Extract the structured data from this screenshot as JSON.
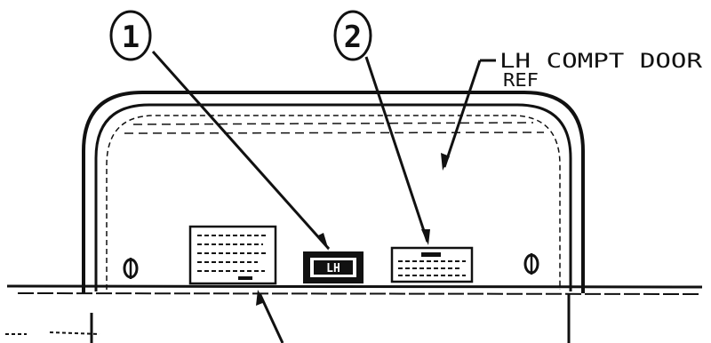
{
  "callouts": {
    "one": "1",
    "two": "2"
  },
  "door_label": {
    "line1": "LH COMPT DOOR",
    "line2": "REF"
  },
  "placard_center": {
    "text": "LH"
  },
  "colors": {
    "ink": "#111111",
    "paper": "#ffffff"
  }
}
